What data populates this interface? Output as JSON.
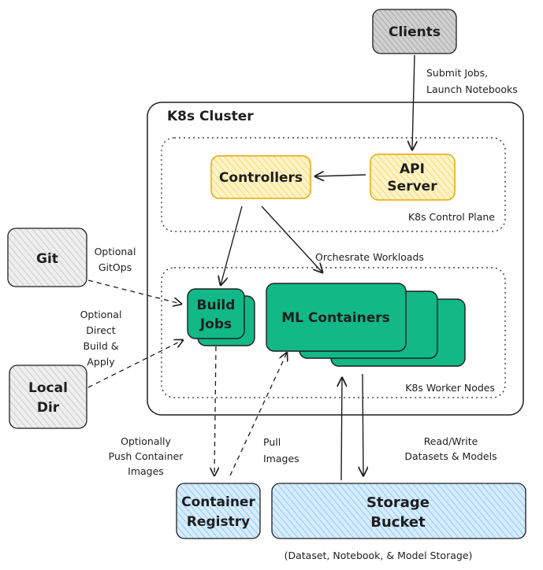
{
  "clients": {
    "label": "Clients"
  },
  "cluster": {
    "title": "K8s Cluster"
  },
  "control_plane": {
    "label": "K8s Control Plane",
    "controllers": "Controllers",
    "api_server": [
      "API",
      "Server"
    ]
  },
  "worker_nodes": {
    "label": "K8s Worker Nodes",
    "build_jobs": [
      "Build",
      "Jobs"
    ],
    "ml_containers": "ML Containers"
  },
  "git": {
    "label": "Git"
  },
  "local_dir": {
    "label": [
      "Local",
      "Dir"
    ]
  },
  "container_registry": {
    "label": [
      "Container",
      "Registry"
    ]
  },
  "storage_bucket": {
    "label": [
      "Storage",
      "Bucket"
    ],
    "caption": "(Dataset, Notebook, & Model Storage)"
  },
  "edges": {
    "submit": [
      "Submit Jobs,",
      "Launch Notebooks"
    ],
    "orchestrate": "Orchesrate Workloads",
    "gitops": [
      "Optional",
      "GitOps"
    ],
    "direct_build": [
      "Optional",
      "Direct",
      "Build &",
      "Apply"
    ],
    "push": [
      "Optionally",
      "Push Container",
      "Images"
    ],
    "pull": [
      "Pull",
      "Images"
    ],
    "readwrite": [
      "Read/Write",
      "Datasets & Models"
    ]
  },
  "colors": {
    "grey_fill": "#e6e6e6",
    "yellow_fill": "#fff0b8",
    "yellow_stroke": "#e0a800",
    "green_fill": "#12b886",
    "blue_fill": "#a5d8ff",
    "blue_hatch": "#4dabf7",
    "stroke": "#1e1e1e"
  }
}
